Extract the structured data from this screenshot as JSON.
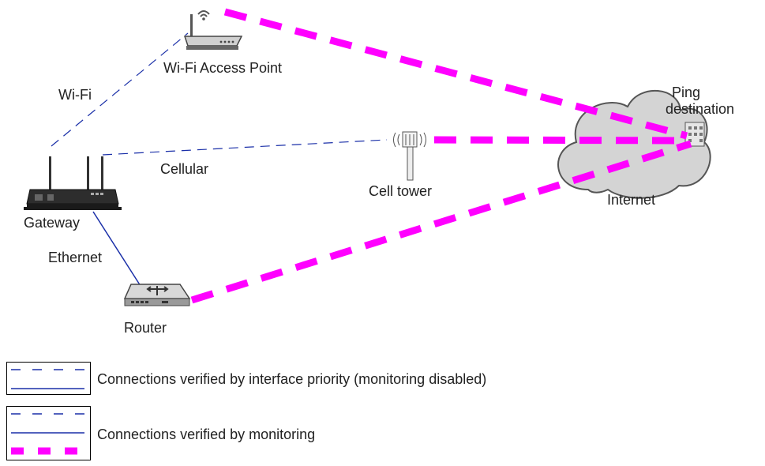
{
  "nodes": {
    "wifi_ap": "Wi-Fi Access Point",
    "gateway": "Gateway",
    "router": "Router",
    "cell_tower": "Cell tower",
    "internet": "Internet",
    "ping_destination_line1": "Ping",
    "ping_destination_line2": "destination"
  },
  "links": {
    "wifi": "Wi-Fi",
    "cellular": "Cellular",
    "ethernet": "Ethernet"
  },
  "legend": {
    "interface_priority": "Connections verified by interface priority (monitoring disabled)",
    "monitoring": "Connections verified by monitoring"
  },
  "colors": {
    "link_line": "#1a2fa8",
    "monitor_line": "#ff00ff",
    "cloud_fill": "#d4d4d4",
    "cloud_stroke": "#555555"
  }
}
